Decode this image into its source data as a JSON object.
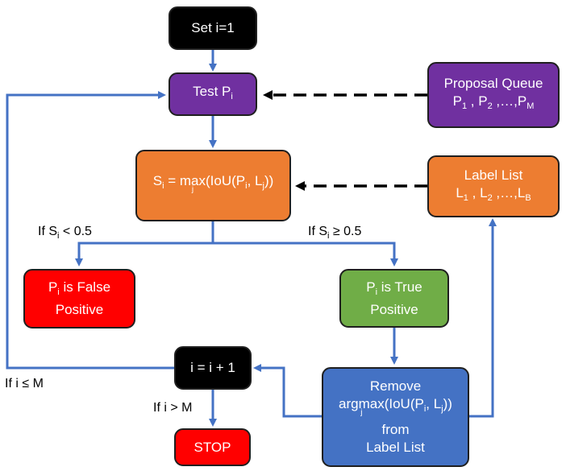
{
  "colors": {
    "arrow": "#4472c4",
    "dashed": "#000000",
    "start": "#000000",
    "proposal": "#7030a0",
    "score": "#ed7d31",
    "false_pos": "#ff0000",
    "true_pos": "#70ad47",
    "remove": "#4472c4"
  },
  "nodes": {
    "start": {
      "text": "Set i=1"
    },
    "test": {
      "text": "Test P",
      "sub": "i"
    },
    "queue": {
      "line1": "Proposal Queue",
      "p": "P",
      "s1": "1",
      "sep1": " , ",
      "s2": "2",
      "sep2": " ,…,",
      "sM": "M"
    },
    "score": {
      "s": "S",
      "si": "i",
      "eq": " = ",
      "max": "max",
      "j": "j",
      "rest1": "(IoU(P",
      "pi": "i",
      "comma": ", L",
      "lj": "j",
      "rest2": "))"
    },
    "labels": {
      "line1": "Label List",
      "l": "L",
      "s1": "1",
      "sep1": " , ",
      "s2": "2",
      "sep2": " ,…,",
      "sB": "B"
    },
    "false_pos": {
      "p": "P",
      "pi": "i",
      "rest": " is False",
      "line2": "Positive"
    },
    "true_pos": {
      "p": "P",
      "pi": "i",
      "rest": " is True",
      "line2": "Positive"
    },
    "increment": {
      "text": "i = i + 1"
    },
    "remove": {
      "line1": "Remove",
      "argmax": "argmax",
      "j": "j",
      "rest1": "(IoU(P",
      "pi": "i",
      "comma": ", L",
      "lj": "j",
      "rest2": "))",
      "line3": "from",
      "line4": "Label List"
    },
    "stop": {
      "text": "STOP"
    }
  },
  "conditions": {
    "lt": {
      "pre": "If S",
      "sub": "i",
      "post": " < 0.5"
    },
    "ge": {
      "pre": "If S",
      "sub": "i",
      "post": " ≥ 0.5"
    },
    "le_m": "If i ≤ M",
    "gt_m": "If i > M"
  }
}
